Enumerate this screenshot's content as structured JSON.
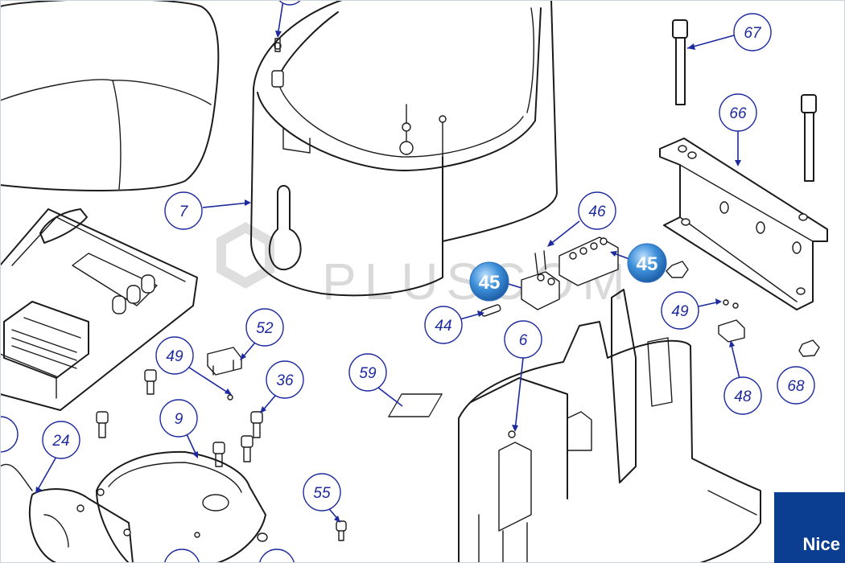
{
  "diagram": {
    "callouts": [
      {
        "label": "67"
      },
      {
        "label": "66"
      },
      {
        "label": "7"
      },
      {
        "label": "46"
      },
      {
        "label": "44"
      },
      {
        "label": "6"
      },
      {
        "label": "49"
      },
      {
        "label": "49"
      },
      {
        "label": "48"
      },
      {
        "label": "68"
      },
      {
        "label": "52"
      },
      {
        "label": "36"
      },
      {
        "label": "9"
      },
      {
        "label": "59"
      },
      {
        "label": "24"
      },
      {
        "label": "55"
      }
    ],
    "highlights": [
      {
        "label": "45"
      },
      {
        "label": "45"
      }
    ],
    "colors": {
      "callout": "#1d2a9e",
      "highlight": "#3d8fd9",
      "brand": "#0b3d91",
      "watermark": "#d9d9d9"
    }
  },
  "watermark": {
    "text": "PLUSCOM"
  },
  "brand": {
    "label": "Nice"
  }
}
